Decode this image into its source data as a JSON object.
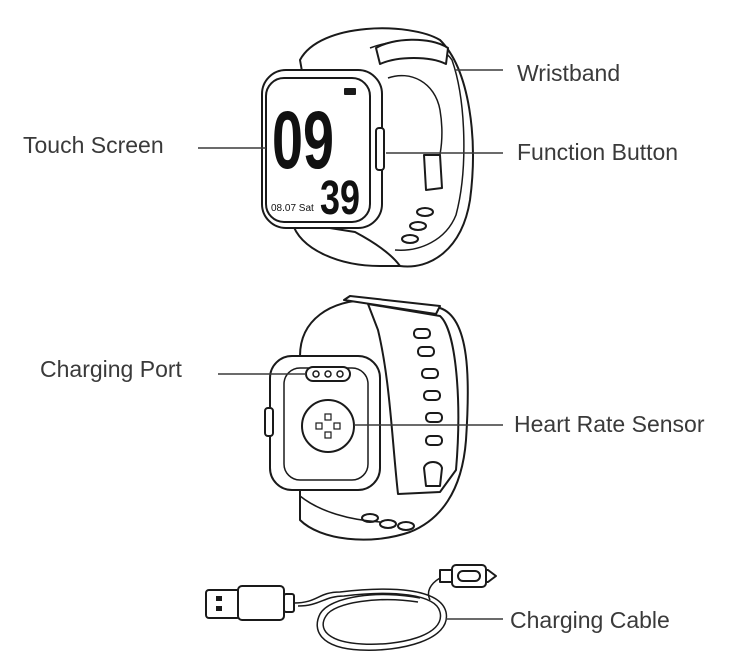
{
  "watch_display": {
    "hour": "09",
    "minute": "39",
    "date": "08.07 Sat"
  },
  "labels": {
    "wristband": "Wristband",
    "touch_screen": "Touch Screen",
    "function_button": "Function Button",
    "charging_port": "Charging Port",
    "heart_rate_sensor": "Heart Rate Sensor",
    "charging_cable": "Charging Cable"
  }
}
